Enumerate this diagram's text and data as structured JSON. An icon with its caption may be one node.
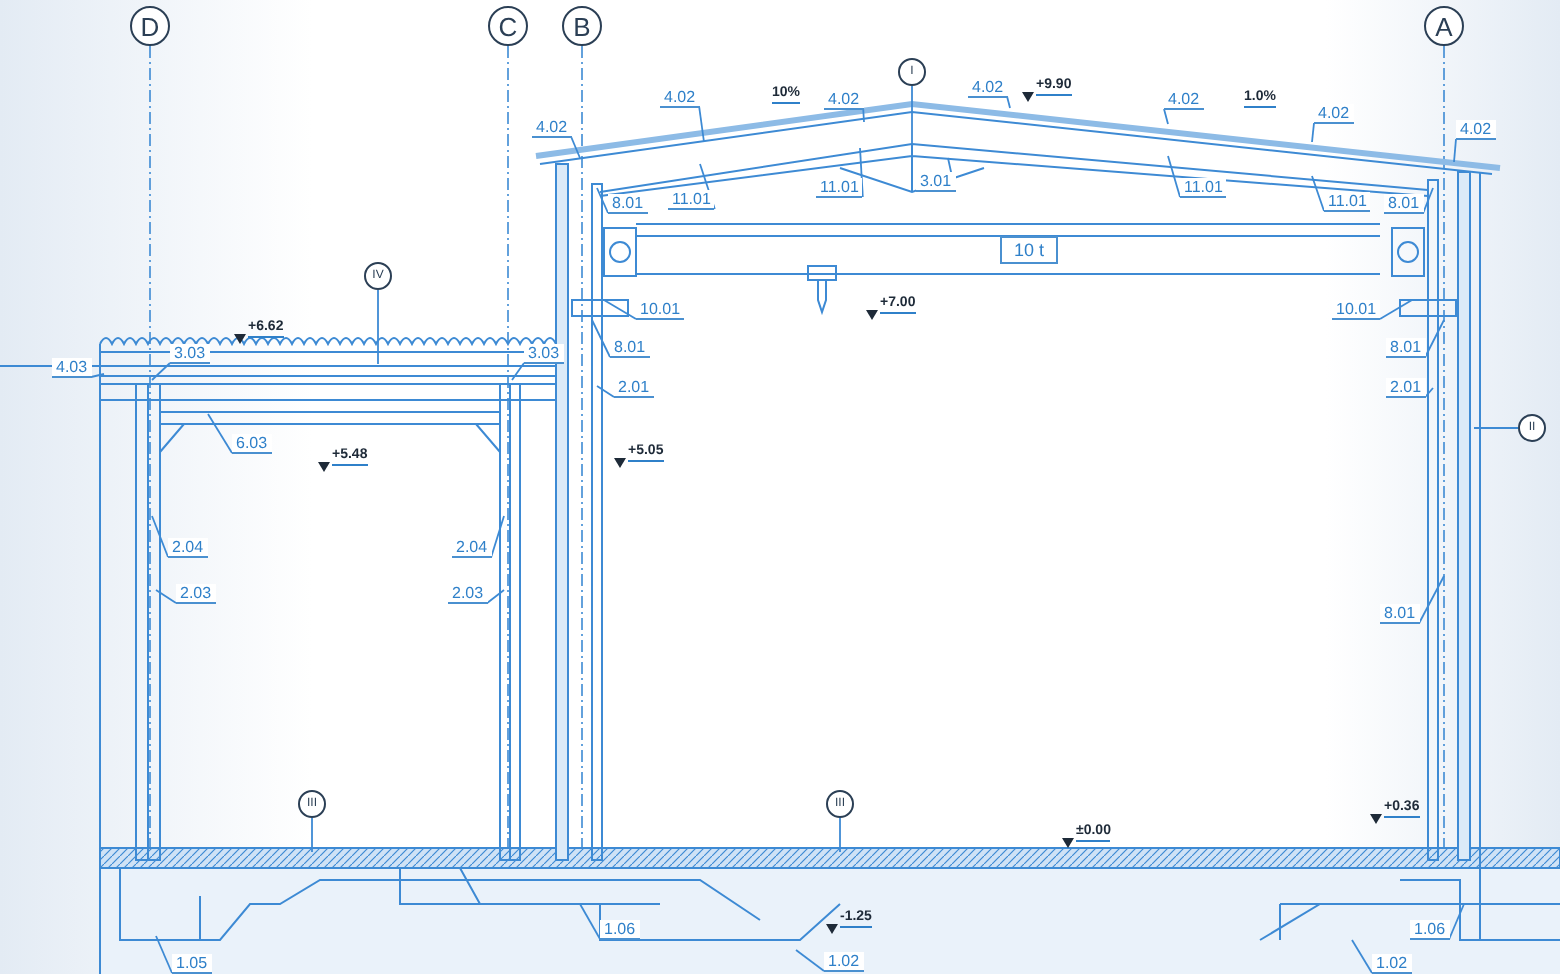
{
  "diagram": {
    "nodes": [
      {
        "text": [
          "D"
        ]
      },
      {
        "text": [
          "C"
        ]
      },
      {
        "text": [
          "B"
        ]
      },
      {
        "text": [
          "A"
        ]
      },
      {
        "text": [
          "I"
        ]
      },
      {
        "text": [
          "4.02"
        ]
      },
      {
        "text": [
          "4.02"
        ]
      },
      {
        "text": [
          "4.02"
        ]
      },
      {
        "text": [
          "4.02"
        ]
      },
      {
        "text": [
          "4.02"
        ]
      },
      {
        "text": [
          "4.02"
        ]
      },
      {
        "text": [
          "4.02"
        ]
      },
      {
        "text": [
          "11.01"
        ]
      },
      {
        "text": [
          "11.01"
        ]
      },
      {
        "text": [
          "3.01"
        ]
      },
      {
        "text": [
          "11.01"
        ]
      },
      {
        "text": [
          "11.01"
        ]
      },
      {
        "text": [
          "8.01"
        ]
      },
      {
        "text": [
          "8.01"
        ]
      },
      {
        "text": [
          "10 t"
        ]
      },
      {
        "text": [
          "10.01"
        ]
      },
      {
        "text": [
          "10.01"
        ]
      },
      {
        "text": [
          "IV"
        ]
      },
      {
        "text": [
          "4.03"
        ]
      },
      {
        "text": [
          "3.03"
        ]
      },
      {
        "text": [
          "3.03"
        ]
      },
      {
        "text": [
          "8.01"
        ]
      },
      {
        "text": [
          "8.01"
        ]
      },
      {
        "text": [
          "2.01"
        ]
      },
      {
        "text": [
          "2.01"
        ]
      },
      {
        "text": [
          "II"
        ]
      },
      {
        "text": [
          "6.03"
        ]
      },
      {
        "text": [
          "2.04"
        ]
      },
      {
        "text": [
          "2.03"
        ]
      },
      {
        "text": [
          "2.04"
        ]
      },
      {
        "text": [
          "2.03"
        ]
      },
      {
        "text": [
          "8.01"
        ]
      },
      {
        "text": [
          "III"
        ]
      },
      {
        "text": [
          "III"
        ]
      },
      {
        "text": [
          "1.05"
        ]
      },
      {
        "text": [
          "1.06"
        ]
      },
      {
        "text": [
          "1.06"
        ]
      },
      {
        "text": [
          "1.02"
        ]
      },
      {
        "text": [
          "1.02"
        ]
      }
    ],
    "edges": [
      {
        "from": 4,
        "to": null,
        "arrow": "none"
      },
      {
        "from": 5,
        "to": null,
        "arrow": "none"
      },
      {
        "from": 6,
        "to": null,
        "arrow": "none"
      },
      {
        "from": 7,
        "to": null,
        "arrow": "none"
      },
      {
        "from": 8,
        "to": null,
        "arrow": "none"
      },
      {
        "from": 9,
        "to": null,
        "arrow": "none"
      },
      {
        "from": 10,
        "to": null,
        "arrow": "none"
      },
      {
        "from": 11,
        "to": null,
        "arrow": "none"
      },
      {
        "from": 12,
        "to": null,
        "arrow": "none"
      },
      {
        "from": 13,
        "to": null,
        "arrow": "none"
      },
      {
        "from": 14,
        "to": null,
        "arrow": "none"
      },
      {
        "from": 15,
        "to": null,
        "arrow": "none"
      },
      {
        "from": 16,
        "to": null,
        "arrow": "none"
      },
      {
        "from": 17,
        "to": null,
        "arrow": "none"
      },
      {
        "from": 18,
        "to": null,
        "arrow": "none"
      },
      {
        "from": 20,
        "to": null,
        "arrow": "none"
      },
      {
        "from": 21,
        "to": null,
        "arrow": "none"
      },
      {
        "from": 22,
        "to": null,
        "arrow": "none"
      },
      {
        "from": 23,
        "to": null,
        "arrow": "none"
      },
      {
        "from": 24,
        "to": null,
        "arrow": "none"
      },
      {
        "from": 25,
        "to": null,
        "arrow": "none"
      },
      {
        "from": 26,
        "to": null,
        "arrow": "none"
      },
      {
        "from": 27,
        "to": null,
        "arrow": "none"
      },
      {
        "from": 28,
        "to": null,
        "arrow": "none"
      },
      {
        "from": 29,
        "to": null,
        "arrow": "none"
      },
      {
        "from": 30,
        "to": null,
        "arrow": "none"
      },
      {
        "from": 31,
        "to": null,
        "arrow": "none"
      },
      {
        "from": 32,
        "to": null,
        "arrow": "none"
      },
      {
        "from": 33,
        "to": null,
        "arrow": "none"
      },
      {
        "from": 34,
        "to": null,
        "arrow": "none"
      },
      {
        "from": 35,
        "to": null,
        "arrow": "none"
      },
      {
        "from": 36,
        "to": null,
        "arrow": "none"
      },
      {
        "from": 37,
        "to": null,
        "arrow": "none"
      },
      {
        "from": 38,
        "to": null,
        "arrow": "none"
      },
      {
        "from": 39,
        "to": null,
        "arrow": "none"
      },
      {
        "from": 40,
        "to": null,
        "arrow": "none"
      },
      {
        "from": 41,
        "to": null,
        "arrow": "none"
      },
      {
        "from": 42,
        "to": null,
        "arrow": "none"
      },
      {
        "from": 43,
        "to": null,
        "arrow": "none"
      }
    ],
    "labels": [
      "10%",
      "+9.90",
      "1.0%",
      "+7.00",
      "+6.62",
      "+5.48",
      "+5.05",
      "±0.00",
      "+0.36",
      "-1.25"
    ]
  }
}
